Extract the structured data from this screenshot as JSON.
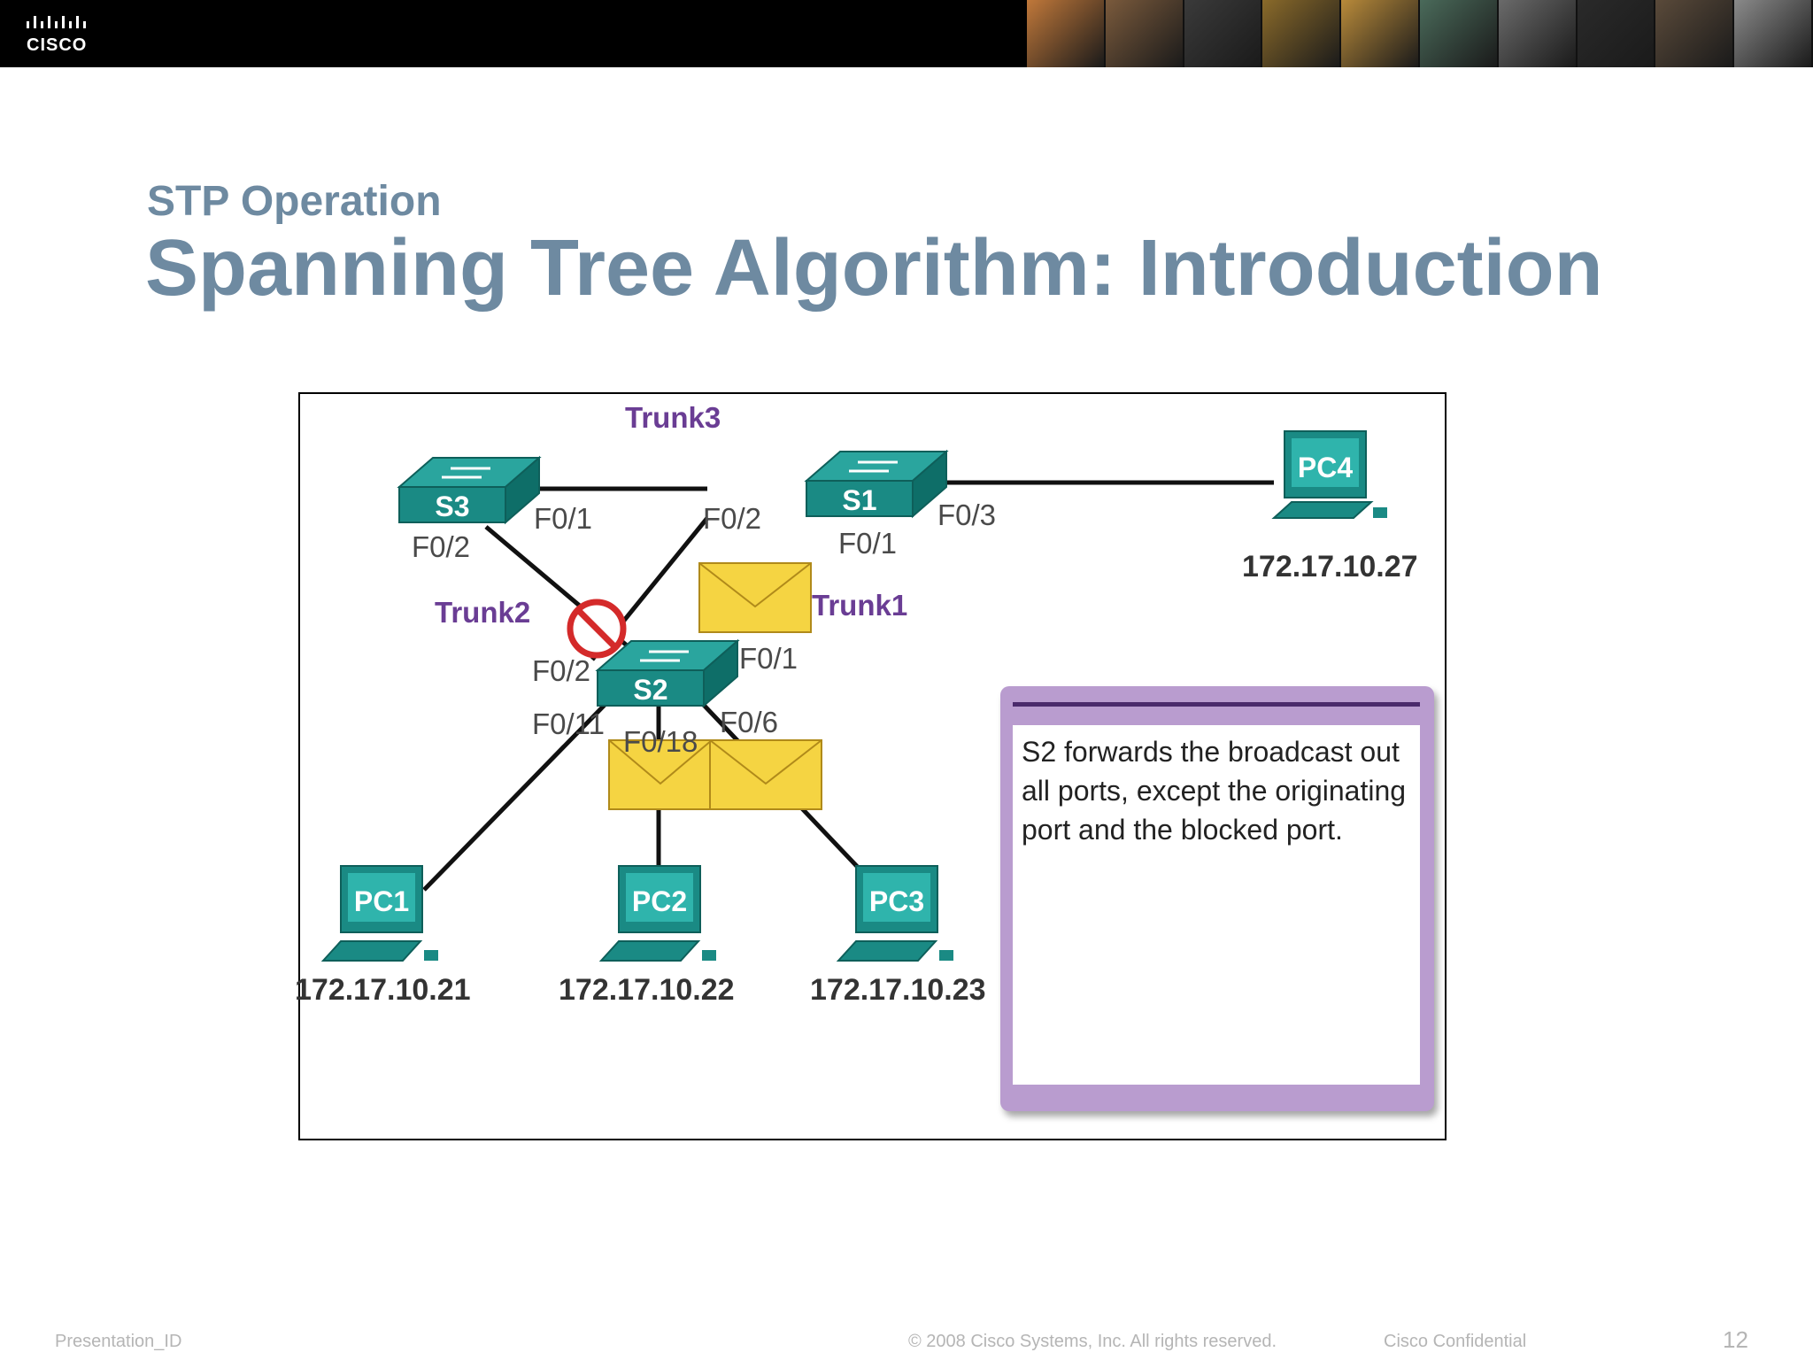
{
  "header": {
    "logo_text": "CISCO",
    "photo_tints": [
      "#c0783a",
      "#7a5a3c",
      "#3a3a3a",
      "#8a6a2a",
      "#b88a3a",
      "#4a6a5a",
      "#6a6a6a",
      "#2a2a2a",
      "#5a4a3a",
      "#8a8a8a"
    ]
  },
  "slide": {
    "subtitle": "STP Operation",
    "title": "Spanning Tree Algorithm: Introduction"
  },
  "diagram": {
    "trunks": {
      "trunk1": "Trunk1",
      "trunk2": "Trunk2",
      "trunk3": "Trunk3"
    },
    "switches": {
      "s1": "S1",
      "s2": "S2",
      "s3": "S3"
    },
    "pcs": {
      "pc1": "PC1",
      "pc2": "PC2",
      "pc3": "PC3",
      "pc4": "PC4"
    },
    "ports": {
      "s3_f01": "F0/1",
      "s3_f02": "F0/2",
      "s1_f02": "F0/2",
      "s1_f01": "F0/1",
      "s1_f03": "F0/3",
      "s2_f02": "F0/2",
      "s2_f01": "F0/1",
      "s2_f011": "F0/11",
      "s2_f018": "F0/18",
      "s2_f06": "F0/6"
    },
    "ips": {
      "pc1": "172.17.10.21",
      "pc2": "172.17.10.22",
      "pc3": "172.17.10.23",
      "pc4": "172.17.10.27"
    },
    "colors": {
      "device": "#1a8a84",
      "device_dark": "#0e5f5a",
      "envelope": "#f5d442",
      "blocked": "#d42a2a",
      "trunk_label": "#6a3d94"
    },
    "callout_text": "S2 forwards the broadcast out all ports, except the originating port and the blocked port."
  },
  "footer": {
    "presentation_id": "Presentation_ID",
    "copyright": "© 2008 Cisco Systems, Inc. All rights reserved.",
    "confidential": "Cisco Confidential",
    "page_number": "12"
  }
}
